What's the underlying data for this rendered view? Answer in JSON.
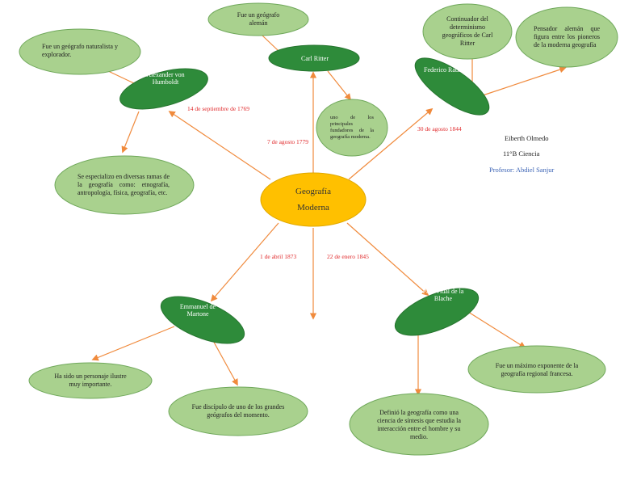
{
  "center": {
    "line1": "Geografía",
    "line2": "Moderna"
  },
  "nodes": {
    "humboldt": {
      "name": "Alexander von Humboldt",
      "desc1": "Fue un geógrafo naturalista y explorador.",
      "desc2": "Se especializo en diversas ramas de la geografía como: etnografía, antropología, física, geografía, etc."
    },
    "ritter": {
      "name": "Carl Ritter",
      "desc1": "Fue un geógrafo alemán",
      "desc2": "uno de los principales fundadores de la geografía moderna."
    },
    "ratzel": {
      "name": "Federico Ratzel",
      "desc1": "Continuador del determinismo geográficos de Carl Ritter",
      "desc2": "Pensador alemán que figura entre los pioneros de la moderna geografía"
    },
    "martonne": {
      "name": "Emmanuel de Martone",
      "desc1": "Ha sido un personaje ilustre muy importante.",
      "desc2": "Fue discípulo de uno de los grandes geógrafos del momento."
    },
    "vidal": {
      "name": "Paul Vidal de la Blache",
      "desc1": "Fue un máximo exponente de la geografía regional francesa.",
      "desc2": "Definió la geografía como una ciencia de síntesis que estudia la interacción entre el hombre y su medio."
    }
  },
  "dates": {
    "humboldt": "14 de septiembre de 1769",
    "ritter": "7 de agosto 1779",
    "ratzel": "30 de agosto 1844",
    "martonne": "1 de abril 1873",
    "vidal": "22 de enero 1845"
  },
  "info": {
    "author": "Eiberth Olmedo",
    "grade": "11°B Ciencia",
    "teacher": "Profesor: Abdiel Sanjur"
  },
  "colors": {
    "arrow": "#f08a3c",
    "person_fill": "#2e8b3a",
    "desc_fill": "#a9d18e",
    "desc_stroke": "#6fa85a",
    "center_fill": "#ffc000",
    "date_text": "#e0292b"
  }
}
